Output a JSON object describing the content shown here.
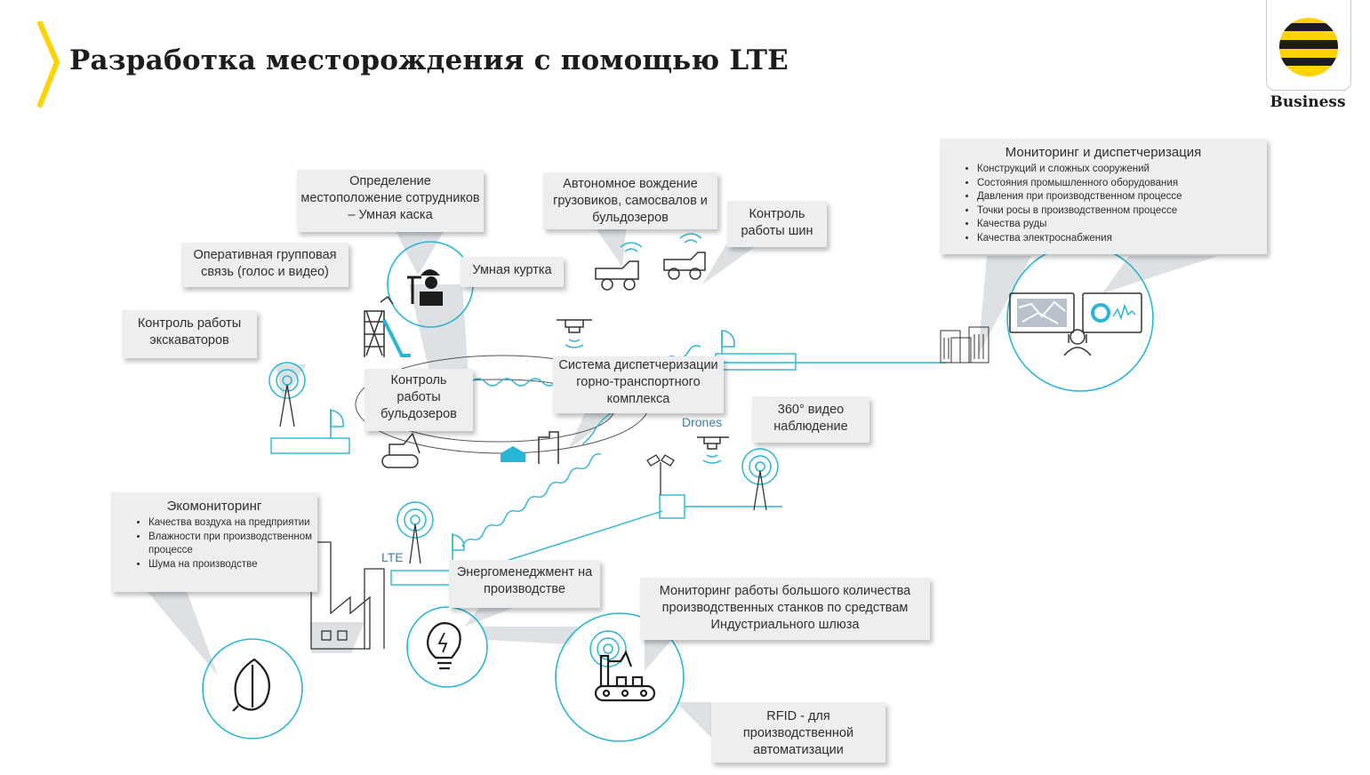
{
  "title": "Разработка месторождения с помощью LTE",
  "logo": {
    "brand_text": "Business",
    "colors": {
      "yellow": "#FFD200",
      "black": "#1C1C1C"
    }
  },
  "accent_color": "#29B6D6",
  "callouts": {
    "location": "Определение местоположение сотрудников – Умная каска",
    "autonomous": "Автономное вождение грузовиков, самосвалов и бульдозеров",
    "tires": "Контроль работы шин",
    "group_comm": "Оперативная групповая связь (голос и видео)",
    "jacket": "Умная куртка",
    "excavators": "Контроль работы экскаваторов",
    "bulldozers": "Контроль работы бульдозеров",
    "dispatch": "Система диспетчеризации горно-транспортного комплекса",
    "video360": "360° видео наблюдение",
    "energy": "Энергоменеджмент на производстве",
    "machines": "Мониторинг работы большого количества производственных станков по средствам Индустриального шлюза",
    "rfid": "RFID - для производственной автоматизации"
  },
  "monitoring": {
    "title": "Мониторинг и диспетчеризация",
    "items": [
      "Конструкций и сложных сооружений",
      "Состояния промышленного оборудования",
      "Давления при производственном процессе",
      "Точки росы в производственном процессе",
      "Качества руды",
      "Качества электроснабжения"
    ]
  },
  "eco": {
    "title": "Экомониторинг",
    "items": [
      "Качества воздуха на предприятии",
      "Влажности при производственном процессе",
      "Шума на производстве"
    ]
  },
  "labels": {
    "drones": "Drones",
    "lte": "LTE"
  }
}
